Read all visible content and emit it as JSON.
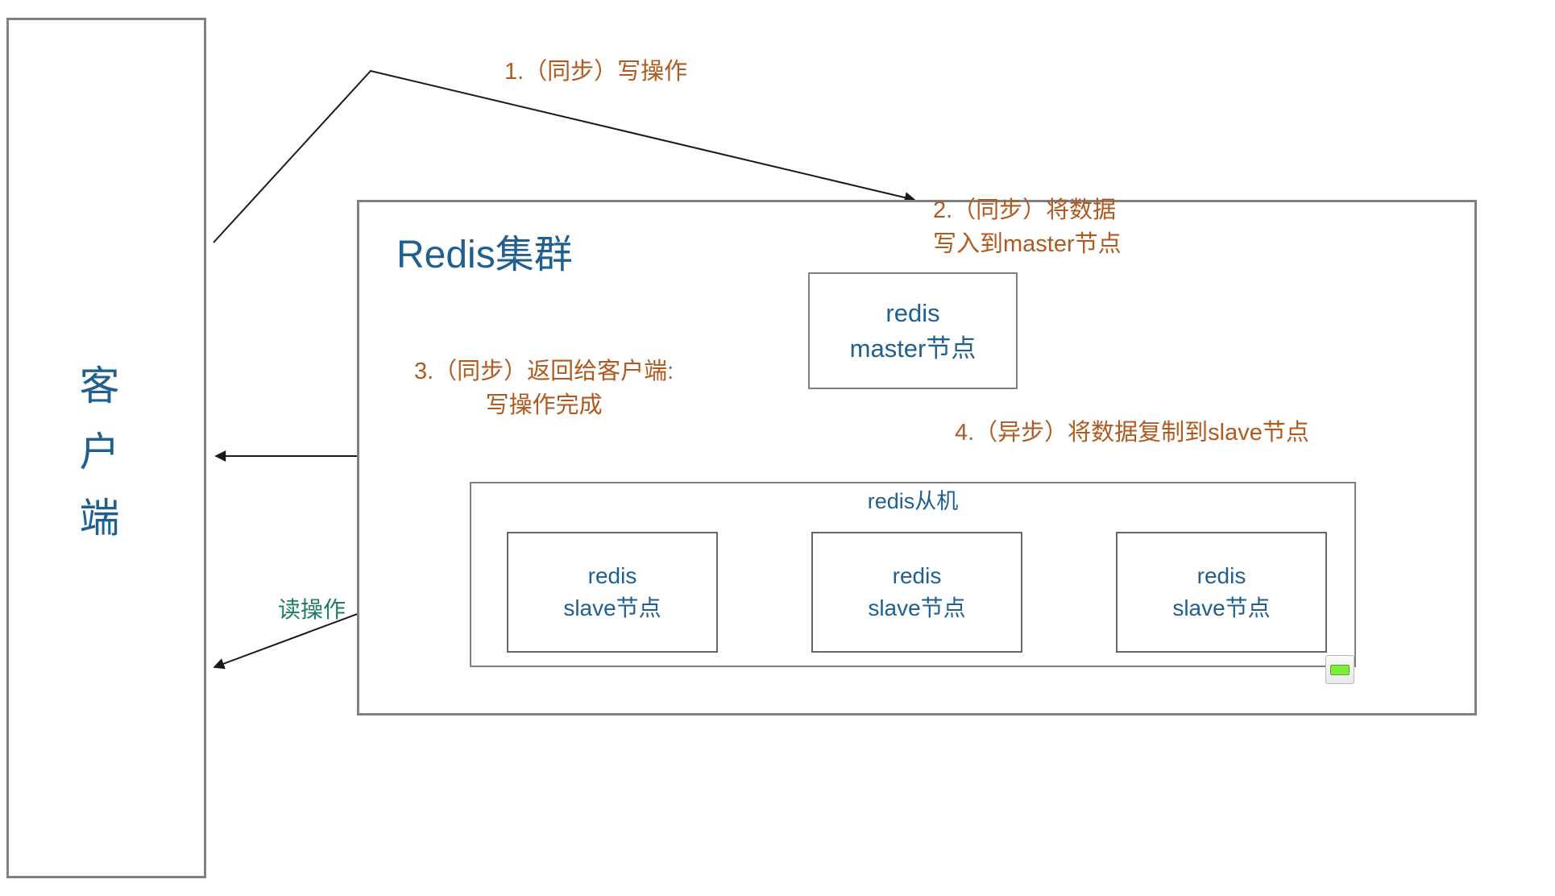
{
  "diagram": {
    "title": "Redis集群",
    "client": {
      "label_chars": [
        "客",
        "户",
        "端"
      ]
    },
    "master": {
      "line1": "redis",
      "line2": "master节点"
    },
    "slaves_group": {
      "title": "redis从机",
      "nodes": [
        {
          "line1": "redis",
          "line2": "slave节点"
        },
        {
          "line1": "redis",
          "line2": "slave节点"
        },
        {
          "line1": "redis",
          "line2": "slave节点"
        }
      ]
    },
    "annotations": [
      {
        "id": "step-1",
        "line1": "1.（同步）写操作",
        "line2": ""
      },
      {
        "id": "step-2",
        "line1": "2.（同步）将数据",
        "line2": "写入到master节点"
      },
      {
        "id": "step-3",
        "line1": "3.（同步）返回给客户端:",
        "line2": "写操作完成"
      },
      {
        "id": "step-4",
        "line1": "4.（异步）将数据复制到slave节点",
        "line2": ""
      }
    ],
    "read_label": "读操作",
    "colors": {
      "node_text": "#1F6090",
      "annotation": "#B05A20",
      "read_label": "#1E7D62",
      "border": "#808080",
      "arrow": "#1a1a1a",
      "handle_green": "#7ced3c"
    },
    "icons": {
      "resize_handle": "resize-handle-icon"
    }
  }
}
